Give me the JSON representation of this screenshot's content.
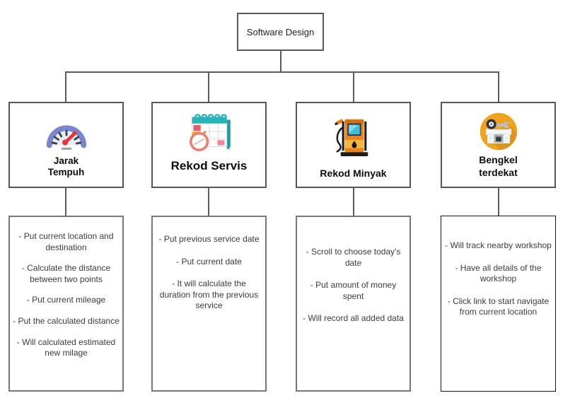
{
  "root": {
    "label": "Software Design"
  },
  "branches": [
    {
      "title": "Jarak\nTempuh",
      "icon": "speedometer-icon",
      "bullets": [
        "- Put current location and destination",
        "- Calculate the distance between two points",
        "- Put current mileage",
        "- Put the calculated distance",
        "- Will calculated estimated new milage"
      ]
    },
    {
      "title": "Rekod Servis",
      "icon": "calendar-stopwatch-icon",
      "bullets": [
        "- Put previous service date",
        "- Put current date",
        "- It will calculate the duration from the previous service"
      ]
    },
    {
      "title": "Rekod Minyak",
      "icon": "fuel-pump-icon",
      "bullets": [
        "- Scroll to choose today's date",
        "- Put amount of money spent",
        "- Will record all added data"
      ]
    },
    {
      "title": "Bengkel\nterdekat",
      "icon": "workshop-icon",
      "bullets": [
        "- Will track nearby workshop",
        "- Have all details of the workshop",
        "- Click link to start navigate from current location"
      ]
    }
  ],
  "colors": {
    "connector": "#5b5b5b",
    "box_border": "#555555",
    "desc_border": "#777777",
    "desc4_border": "#141414",
    "gauge_arc": "#7b84cc",
    "gauge_needle": "#e03a3a",
    "calendar_teal": "#2ab3b8",
    "stopwatch_coral": "#ea7f70",
    "pump_orange": "#e8831d",
    "pump_band": "#f4b73e",
    "pump_screen": "#3fc0d6",
    "workshop_circle": "#efa120"
  }
}
